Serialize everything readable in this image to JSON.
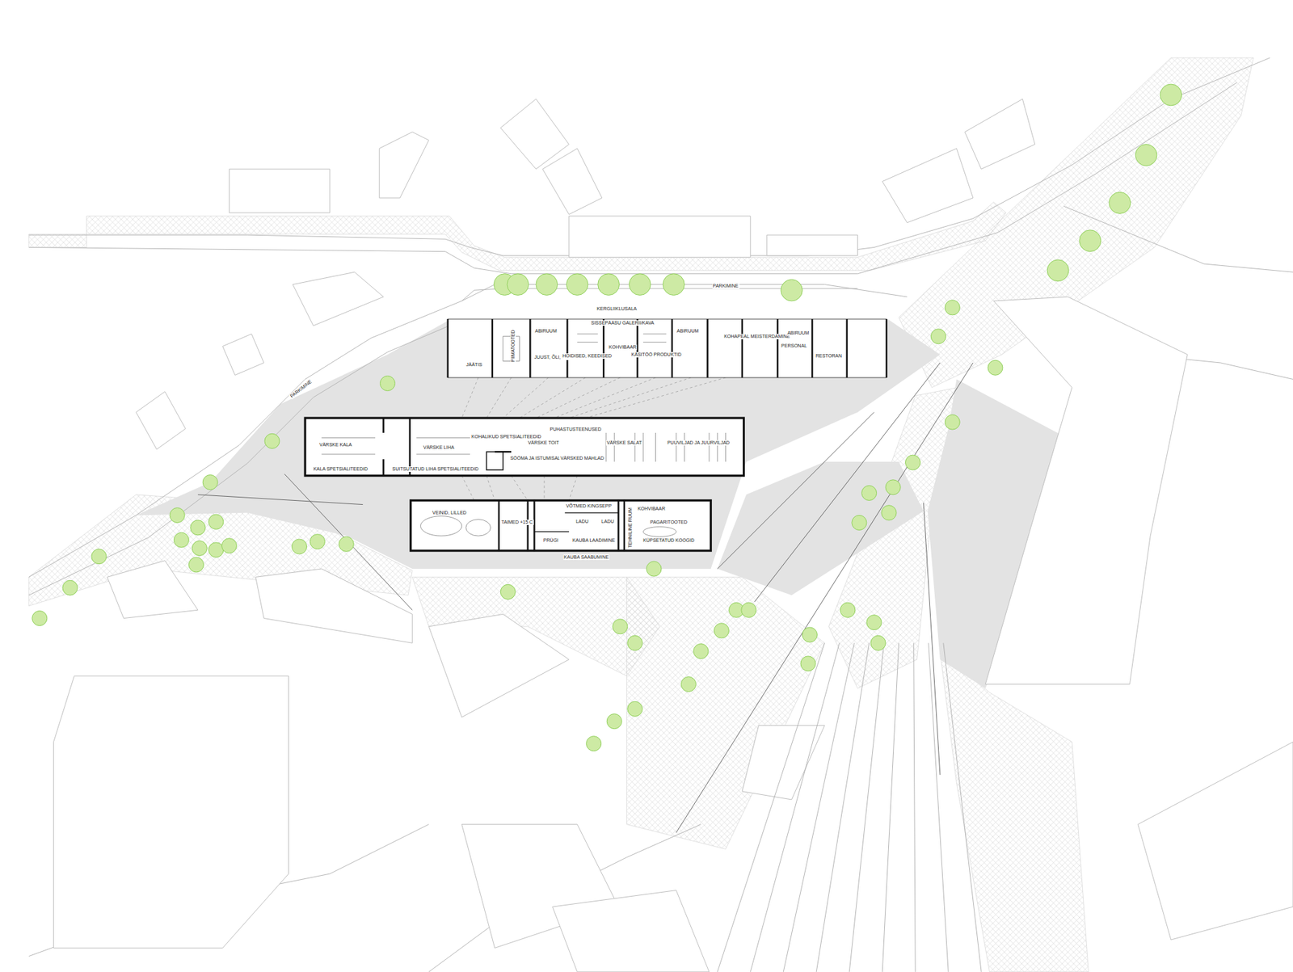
{
  "diagram": {
    "labels": [
      "PARKIMINE",
      "KERGLIIKLUSALA",
      "PARKIMINE",
      "JÄÄTIS",
      "PIIMATOOTED",
      "JUUST, ÕLI, PÄHKLID",
      "ABIRUUM",
      "SISSEPÄÄSU GALERII/KAVA",
      "HOIDISED, KEEDISED",
      "KOHVIBAAR",
      "KÄSITÖÖ PRODUKTID",
      "ABIRUUM",
      "KOHAPEAL MEISTERDAMINE",
      "ABIRUUM",
      "PERSONAL",
      "RESTORAN",
      "VÄRSKE KALA",
      "KALA SPETSIALITEEDID",
      "VÄRSKE LIHA",
      "SUITSUTATUD LIHA SPETSIALITEEDID",
      "KOHALIKUD SPETSIALITEEDID",
      "PUHASTUSTEENUSED",
      "VÄRSKE TOIT",
      "SÖÖMA JA ISTUMISALA",
      "VÄRSKED MAHLAD",
      "VÄRSKE SALAT",
      "PUUVILJAD JA JUURVILJAD",
      "VEINID, LILLED",
      "TAIMED +15 C",
      "VÕTMED KINGSEPP",
      "LADU",
      "LADU",
      "PRÜGI",
      "KAUBA LAADIMINE",
      "KAUBA SAABUMINE",
      "KOHVIBAAR",
      "PAGARITOOTED",
      "TEHNILINE RUUM",
      "KÜPSETATUD KOOGID"
    ]
  }
}
